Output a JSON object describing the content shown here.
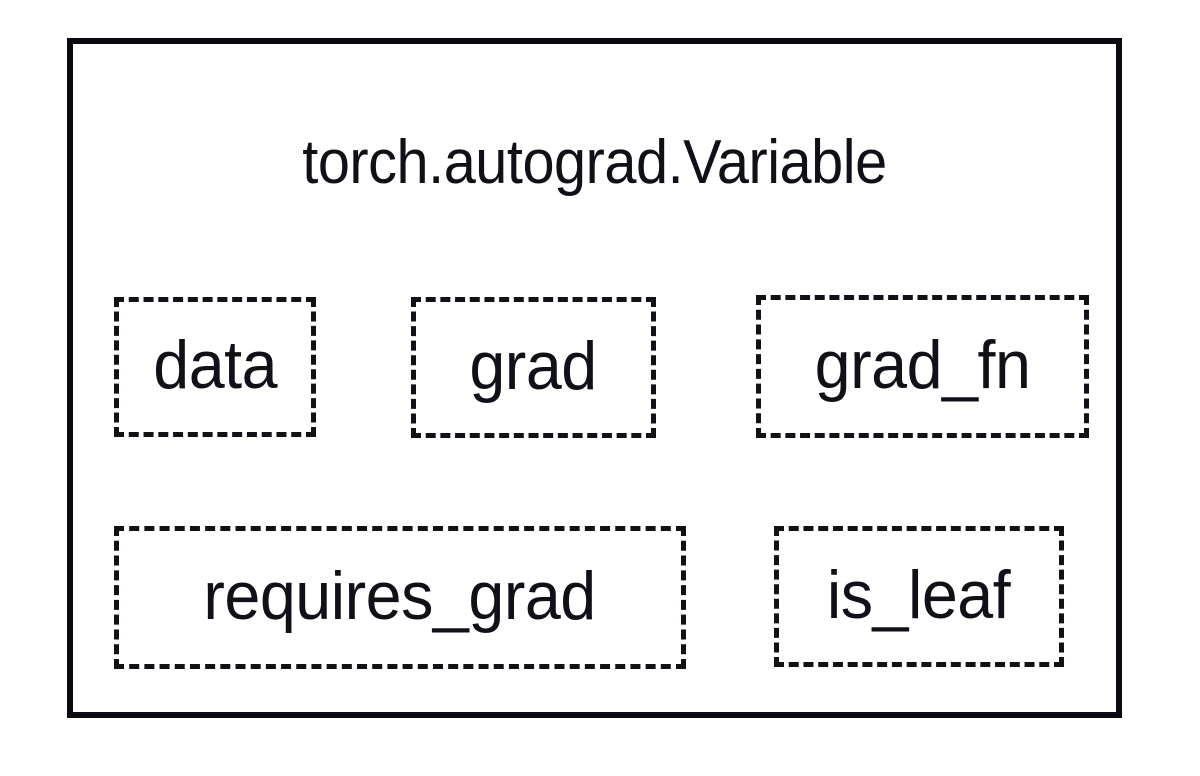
{
  "diagram": {
    "type": "class-attribute-diagram",
    "title": "torch.autograd.Variable",
    "frame": {
      "border_color": "#0a0a12",
      "background": "#ffffff"
    },
    "attribute_box_style": {
      "border_style": "dashed",
      "border_color": "#111118",
      "text_color": "#101018"
    },
    "rows": [
      {
        "attributes": [
          {
            "name": "data"
          },
          {
            "name": "grad"
          },
          {
            "name": "grad_fn"
          }
        ]
      },
      {
        "attributes": [
          {
            "name": "requires_grad"
          },
          {
            "name": "is_leaf"
          }
        ]
      }
    ]
  }
}
